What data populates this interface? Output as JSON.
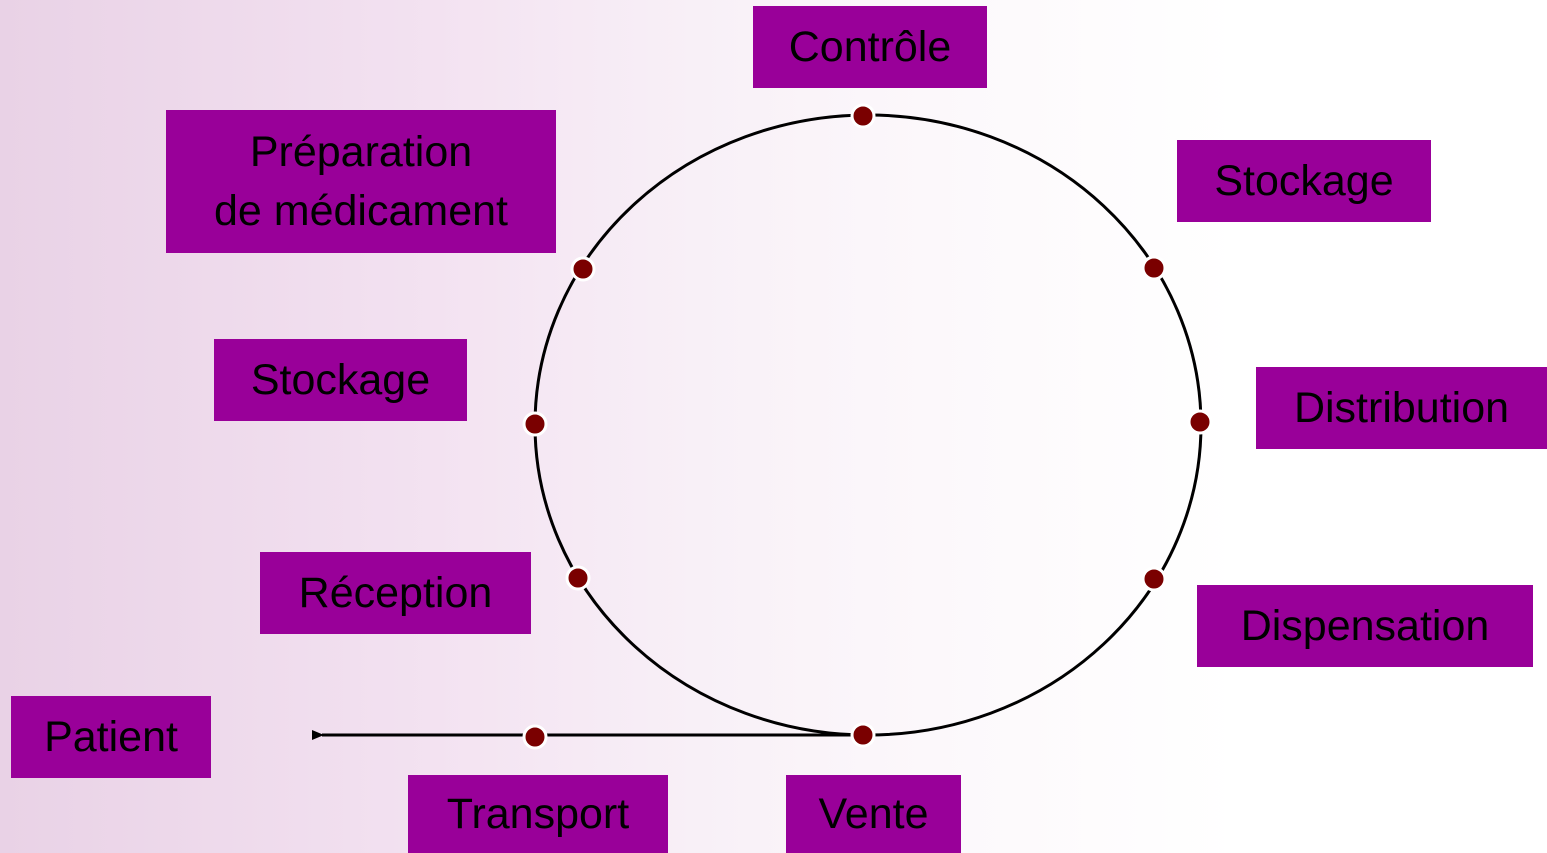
{
  "colors": {
    "box_fill": "#990099",
    "node_fill": "#7a0000",
    "line": "#000000"
  },
  "labels": {
    "controle": "Contrôle",
    "preparation": "Préparation\nde médicament",
    "stockage_right": "Stockage",
    "distribution": "Distribution",
    "stockage_left": "Stockage",
    "reception": "Réception",
    "dispensation": "Dispensation",
    "patient": "Patient",
    "transport": "Transport",
    "vente": "Vente"
  }
}
